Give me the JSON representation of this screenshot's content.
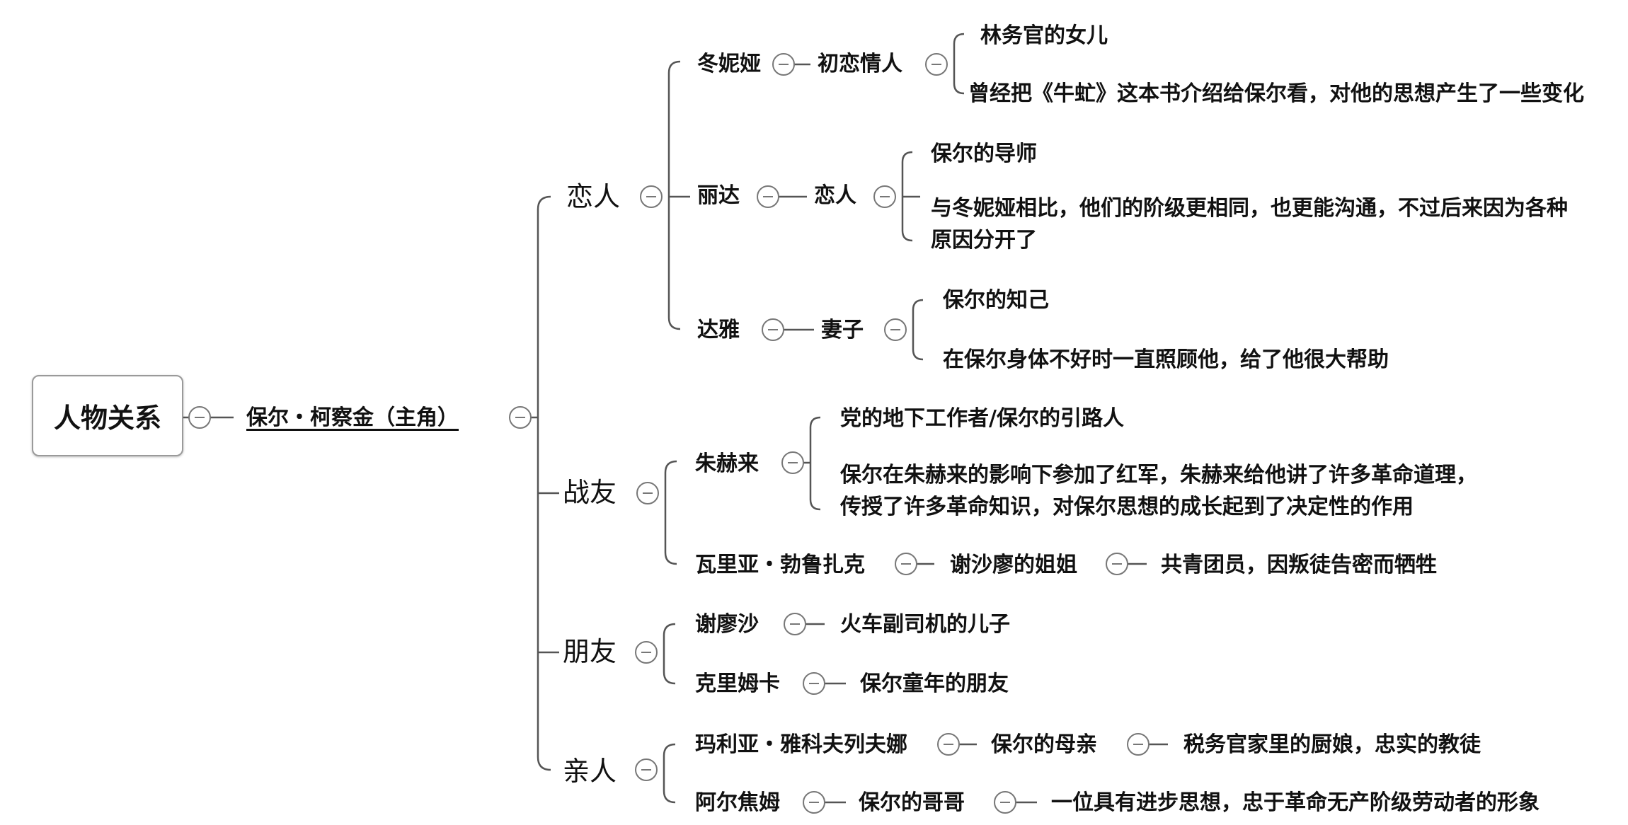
{
  "root": {
    "label": "人物关系"
  },
  "protagonist": {
    "label": "保尔・柯察金（主角）"
  },
  "categories": [
    {
      "label": "恋人"
    },
    {
      "label": "战友"
    },
    {
      "label": "朋友"
    },
    {
      "label": "亲人"
    }
  ],
  "lovers": [
    {
      "name": "冬妮娅",
      "role": "初恋情人",
      "details": [
        "林务官的女儿",
        "曾经把《牛虻》这本书介绍给保尔看，对他的思想产生了一些变化"
      ]
    },
    {
      "name": "丽达",
      "role": "恋人",
      "details": [
        "保尔的导师",
        "与冬妮娅相比，他们的阶级更相同，也更能沟通，不过后来因为各种",
        "原因分开了"
      ]
    },
    {
      "name": "达雅",
      "role": "妻子",
      "details": [
        "保尔的知己",
        "在保尔身体不好时一直照顾他，给了他很大帮助"
      ]
    }
  ],
  "comrades": [
    {
      "name": "朱赫来",
      "details": [
        "党的地下工作者/保尔的引路人",
        "保尔在朱赫来的影响下参加了红军，朱赫来给他讲了许多革命道理，",
        "传授了许多革命知识，对保尔思想的成长起到了决定性的作用"
      ]
    },
    {
      "name": "瓦里亚・勃鲁扎克",
      "role": "谢沙廖的姐姐",
      "detail": "共青团员，因叛徒告密而牺牲"
    }
  ],
  "friends": [
    {
      "name": "谢廖沙",
      "detail": "火车副司机的儿子"
    },
    {
      "name": "克里姆卡",
      "detail": "保尔童年的朋友"
    }
  ],
  "family": [
    {
      "name": "玛利亚・雅科夫列夫娜",
      "role": "保尔的母亲",
      "detail": "税务官家里的厨娘，忠实的教徒"
    },
    {
      "name": "阿尔焦姆",
      "role": "保尔的哥哥",
      "detail": "一位具有进步思想，忠于革命无产阶级劳动者的形象"
    }
  ],
  "colors": {
    "line": "#555555",
    "text": "#111111",
    "toggle": "#777777"
  },
  "icons": {
    "toggle": "collapse-minus-icon"
  }
}
